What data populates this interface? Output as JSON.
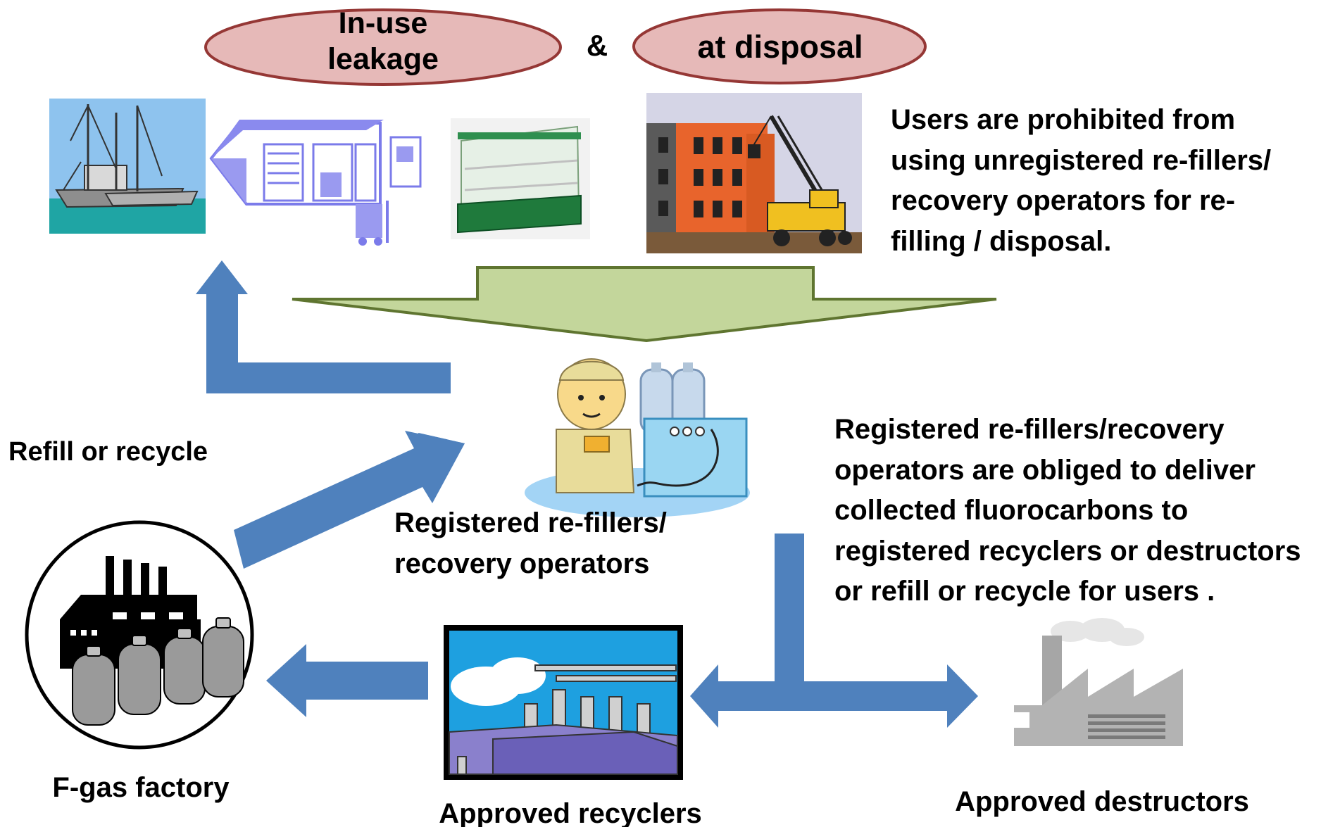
{
  "colors": {
    "arrow_blue": "#4f81bd",
    "funnel_green": "#c3d69b",
    "funnel_outline": "#5f7530",
    "ellipse_fill": "#e6b9b8",
    "ellipse_outline": "#953735",
    "text": "#000000"
  },
  "labels": {
    "in_use_leakage": "In-use\nleakage",
    "ampersand": "&",
    "at_disposal": "at disposal",
    "users_prohibited": "Users are prohibited from\nusing unregistered re-fillers/\nrecovery  operators for re-\nfilling / disposal.",
    "refill_or_recycle": "Refill or recycle",
    "registered_refillers": "Registered re-fillers/\nrecovery  operators",
    "obligation": "Registered re-fillers/recovery\noperators are obliged to deliver\ncollected fluorocarbons to\nregistered recyclers or destructors\nor refill or recycle for users .",
    "fgas_factory": "F-gas factory",
    "approved_recyclers": "Approved recyclers",
    "approved_destructors": "Approved destructors"
  },
  "icons": {
    "fishing_boat": "fishing-boat-icon",
    "warehouse": "warehouse-forklift-icon",
    "display_case": "refrigerated-display-case-icon",
    "demolition": "building-demolition-crane-icon",
    "operator": "recovery-operator-icon",
    "fgas_factory": "fgas-factory-icon",
    "recycler": "recycling-plant-icon",
    "destructor": "destruction-factory-icon"
  }
}
